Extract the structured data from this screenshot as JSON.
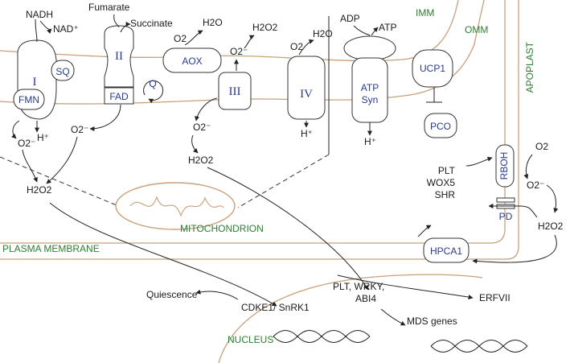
{
  "labels": {
    "nadh": "NADH",
    "nad_plus": "NAD⁺",
    "fumarate": "Fumarate",
    "succinate": "Succinate",
    "aox_o2": "O2",
    "aox_h2o": "H2O",
    "superoxide_iii": "O2⁻",
    "h2o2_top": "H2O2",
    "iv_o2": "O2",
    "iv_h2o": "H2O",
    "adp": "ADP",
    "atp": "ATP",
    "imm": "IMM",
    "omm": "OMM",
    "apoplast": "APOPLAST",
    "complex_i": "I",
    "sq": "SQ",
    "fmn": "FMN",
    "complex_ii": "II",
    "fad": "FAD",
    "aox": "AOX",
    "q": "Q",
    "complex_iii": "III",
    "complex_iv": "IV",
    "atp_syn_1": "ATP",
    "atp_syn_2": "Syn",
    "ucp1": "UCP1",
    "pco": "PCO",
    "h_plus_1": "H⁺",
    "o2_minus_1": "O2⁻",
    "o2_minus_2": "O2⁻",
    "h_plus_4": "H⁺",
    "h_plus_5": "H⁺",
    "o2_minus_3": "O2⁻",
    "h2o2_3": "H2O2",
    "h2o2_left": "H2O2",
    "rboh": "RBOH",
    "apo_o2": "O2",
    "apo_o2_minus": "O2⁻",
    "plt": "PLT",
    "wox5": "WOX5",
    "shr": "SHR",
    "pd": "PD",
    "h2o2_right": "H2O2",
    "mitochondrion": "MITOCHONDRION",
    "plasma_membrane": "PLASMA MEMBRANE",
    "hpca1": "HPCA1",
    "quiescence": "Quiescence",
    "plt_wrky": "PLT, WRKY,",
    "abi4": "ABI4",
    "erfvii": "ERFVII",
    "cdke1": "CDKE1/ SnRK1",
    "mds": "MDS genes",
    "nucleus": "NUCLEUS"
  },
  "colors": {
    "membrane": "#c8a07a",
    "protein_text": "#2a3a8c",
    "compartment_text": "#2e7d32",
    "line": "#222222"
  }
}
